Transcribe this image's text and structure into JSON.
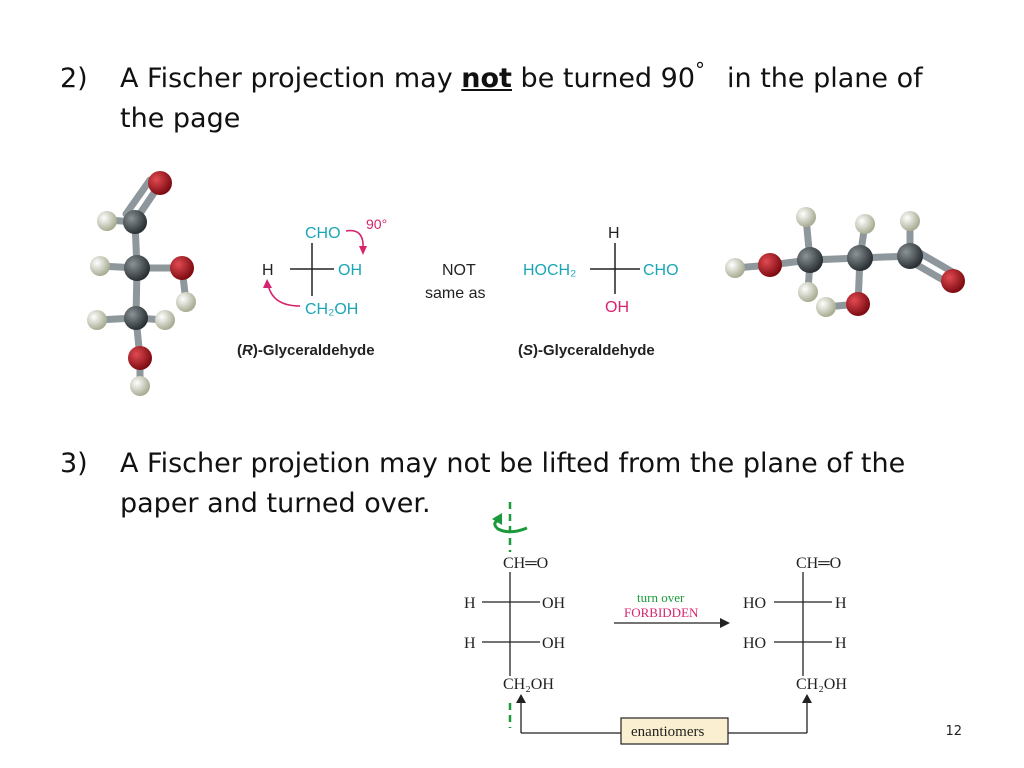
{
  "rule2_text": {
    "number": "2)",
    "line1_pre": "A Fischer projection may ",
    "line1_emph": "not",
    "line1_mid": " be turned 90",
    "degree": "°",
    "line1_post": "in the plane of",
    "line2": "the page"
  },
  "rule3_text": {
    "number": "3)",
    "line1": "A Fischer projetion may not be lifted from the plane of the",
    "line2": "paper and turned over."
  },
  "figure1": {
    "r_fischer": {
      "top": "CHO",
      "left": "H",
      "right": "OH",
      "bottom": "CH₂OH",
      "rotation": "90°",
      "caption_label": "R",
      "caption_rest": ")-Glyceraldehyde"
    },
    "not_same": {
      "line1": "NOT",
      "line2": "same as"
    },
    "s_fischer": {
      "top": "H",
      "left": "HOCH₂",
      "right": "CHO",
      "bottom": "OH",
      "caption_label": "S",
      "caption_rest": ")-Glyceraldehyde"
    }
  },
  "figure2": {
    "left": {
      "top": "CH═O",
      "row1_left": "H",
      "row1_right": "OH",
      "row2_left": "H",
      "row2_right": "OH",
      "bottom": "CH₂OH"
    },
    "arrow_top": "turn over",
    "arrow_bottom": "FORBIDDEN",
    "right": {
      "top": "CH═O",
      "row1_left": "HO",
      "row1_right": "H",
      "row2_left": "HO",
      "row2_right": "H",
      "bottom": "CH₂OH"
    },
    "enantiomers": "enantiomers"
  },
  "page_number": "12",
  "colors": {
    "teal": "#1aa6b7",
    "magenta": "#d6246e",
    "green": "#1a9a3a",
    "carbon": "#3b4245",
    "oxygen": "#b0161e",
    "hydrogen": "#d9dcc4",
    "box_fill": "#fbefd1"
  }
}
